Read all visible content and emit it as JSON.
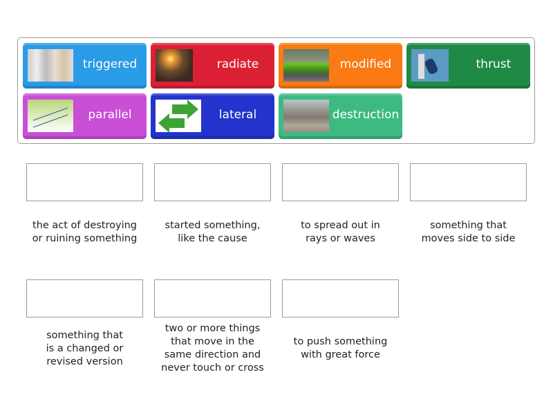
{
  "tiles": [
    {
      "label": "triggered",
      "color": "#2a9be6",
      "icon": "dominoes-image"
    },
    {
      "label": "radiate",
      "color": "#dc2034",
      "icon": "sunset-image"
    },
    {
      "label": "modified",
      "color": "#fa7a14",
      "icon": "green-car-image"
    },
    {
      "label": "thrust",
      "color": "#1f8a45",
      "icon": "person-pushing-image"
    },
    {
      "label": "parallel",
      "color": "#c94fd6",
      "icon": "parallel-lines-image"
    },
    {
      "label": "lateral",
      "color": "#2333cc",
      "icon": "arrows-image"
    },
    {
      "label": "destruction",
      "color": "#3dba82",
      "icon": "rubble-image"
    }
  ],
  "definitions": [
    "the act of destroying\nor ruining something",
    "started something,\nlike the cause",
    "to spread out in\nrays or waves",
    "something that\nmoves side to side",
    "something that\nis a changed or\nrevised version",
    "two or more things\nthat move in the\nsame direction and\nnever touch or cross",
    "to push something\nwith great force"
  ]
}
